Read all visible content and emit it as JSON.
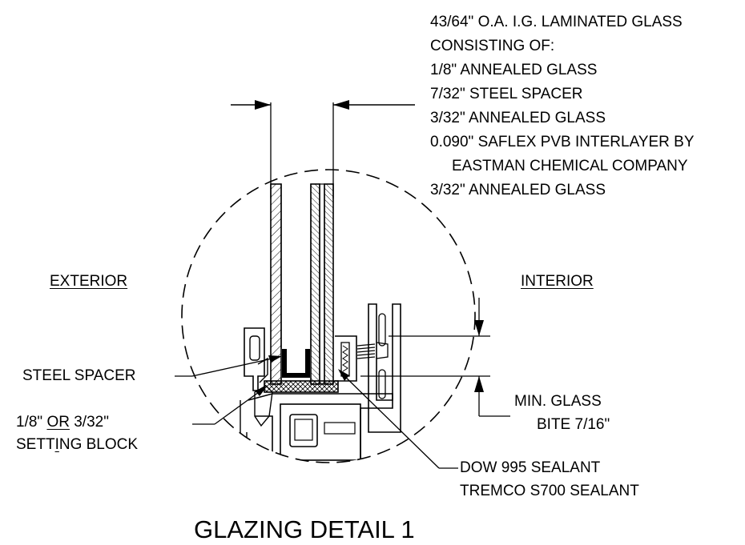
{
  "drawing": {
    "glass_note": {
      "lines": [
        "43/64\" O.A. I.G. LAMINATED GLASS",
        "CONSISTING OF:",
        "1/8\" ANNEALED GLASS",
        "7/32\" STEEL SPACER",
        "3/32\" ANNEALED GLASS",
        "0.090\" SAFLEX PVB INTERLAYER BY",
        "EASTMAN CHEMICAL COMPANY",
        "3/32\" ANNEALED GLASS"
      ]
    },
    "exterior_label": "EXTERIOR",
    "interior_label": "INTERIOR",
    "steel_spacer_label": "STEEL SPACER",
    "setting_block": {
      "line1_pre": "1/8\"",
      "line1_or": "OR",
      "line1_post": "3/32\"",
      "line2_pre": "SETT",
      "line2_i": "I",
      "line2_post": "NG BLOCK"
    },
    "glass_bite": {
      "line1": "MIN. GLASS",
      "line2": "BITE 7/16\""
    },
    "sealant": {
      "line1": "DOW 995 SEALANT",
      "line2": "TREMCO S700 SEALANT"
    },
    "title": "GLAZING DETAIL 1"
  }
}
